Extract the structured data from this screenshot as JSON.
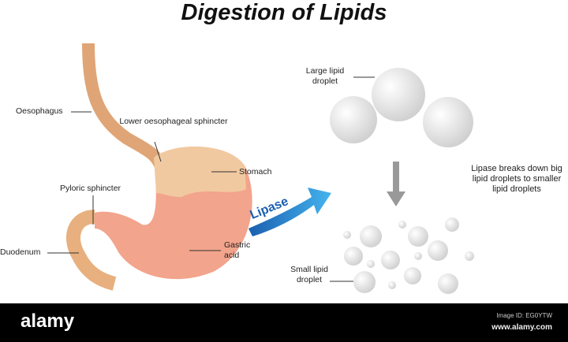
{
  "title": "Digestion of Lipids",
  "labels": {
    "oesophagus": "Oesophagus",
    "lower_sphincter": "Lower oesophageal sphincter",
    "stomach": "Stomach",
    "pyloric": "Pyloric sphincter",
    "duodenum": "Duodenum",
    "gastric_acid": "Gastric acid",
    "lipase": "Lipase",
    "large_droplet": "Large lipid droplet",
    "small_droplet": "Small lipid droplet",
    "explanation": "Lipase breaks down big lipid droplets to smaller lipid droplets"
  },
  "watermark": {
    "logo": "alamy",
    "image_id": "Image ID: EG0YTW",
    "site": "www.alamy.com"
  },
  "colors": {
    "arrow": "#2a8fd6",
    "stomach": "#f0a58a",
    "tube": "#e8b48a",
    "acid": "#f4c7a0"
  }
}
